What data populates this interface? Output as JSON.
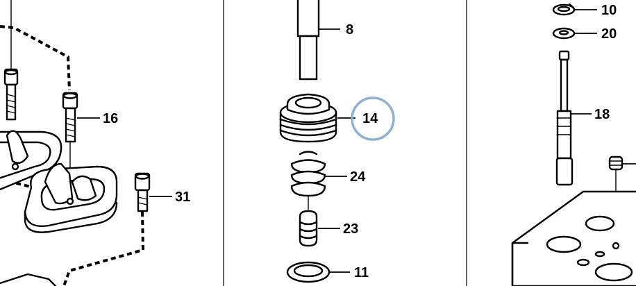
{
  "diagram": {
    "highlight_color": "#8fb0d2",
    "callouts": [
      {
        "id": "c8",
        "label": "8"
      },
      {
        "id": "c14",
        "label": "14",
        "highlighted": true
      },
      {
        "id": "c24",
        "label": "24"
      },
      {
        "id": "c23",
        "label": "23"
      },
      {
        "id": "c11",
        "label": "11"
      },
      {
        "id": "c16",
        "label": "16"
      },
      {
        "id": "c31",
        "label": "31"
      },
      {
        "id": "c10",
        "label": "10"
      },
      {
        "id": "c20",
        "label": "20"
      },
      {
        "id": "c18",
        "label": "18"
      }
    ]
  }
}
